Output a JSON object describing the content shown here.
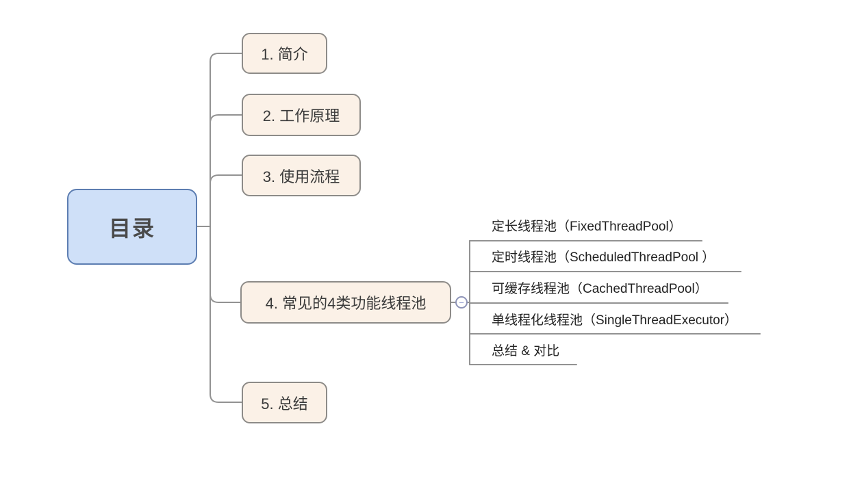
{
  "mindmap": {
    "root": {
      "label": "目录"
    },
    "branches": [
      {
        "label": "1. 简介"
      },
      {
        "label": "2. 工作原理"
      },
      {
        "label": "3. 使用流程"
      },
      {
        "label": "4. 常见的4类功能线程池"
      },
      {
        "label": "5. 总结"
      }
    ],
    "subtopics": [
      {
        "label": "定长线程池（FixedThreadPool）"
      },
      {
        "label": "定时线程池（ScheduledThreadPool ）"
      },
      {
        "label": "可缓存线程池（CachedThreadPool）"
      },
      {
        "label": "单线程化线程池（SingleThreadExecutor）"
      },
      {
        "label": "总结 & 对比"
      }
    ],
    "collapse_button": {
      "symbol": "−"
    },
    "colors": {
      "root_fill": "#cfe0f8",
      "root_border": "#5c7db1",
      "branch_fill": "#fbf1e7",
      "branch_border": "#8d8b88",
      "connector": "#929292",
      "collapse_stroke": "#8e94b8",
      "background": "#ffffff"
    }
  }
}
